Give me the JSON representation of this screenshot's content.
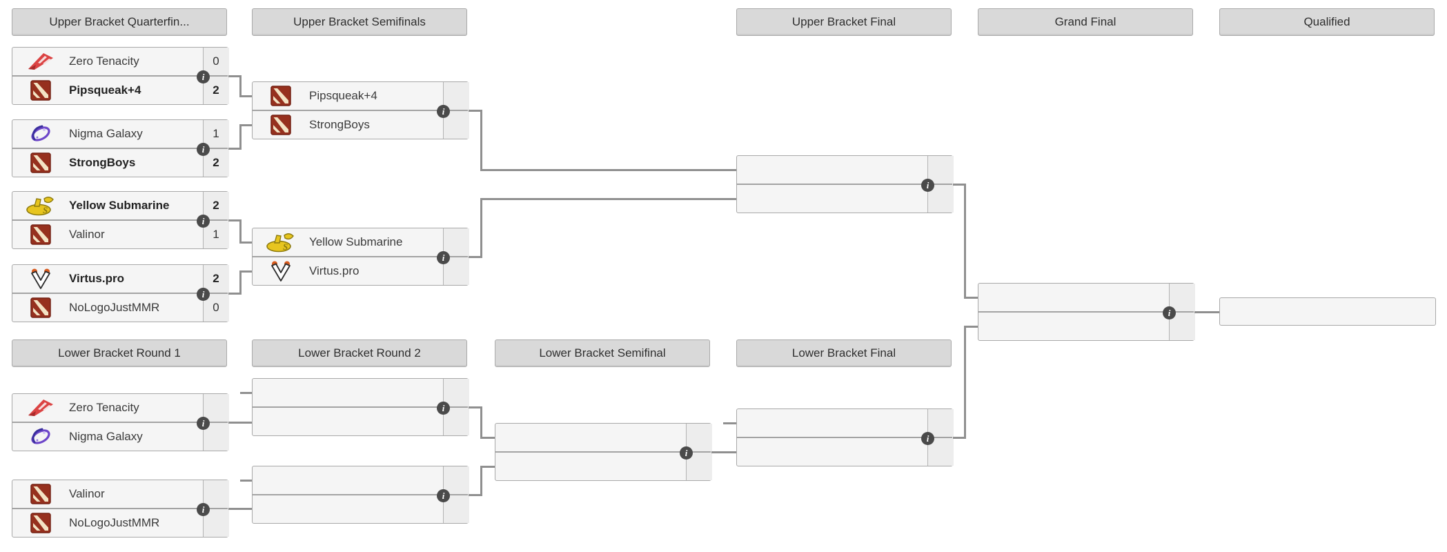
{
  "headers": {
    "ub_quarterfinals": "Upper Bracket Quarterfin...",
    "ub_semifinals": "Upper Bracket Semifinals",
    "ub_final": "Upper Bracket Final",
    "grand_final": "Grand Final",
    "qualified": "Qualified",
    "lb_round1": "Lower Bracket Round 1",
    "lb_round2": "Lower Bracket Round 2",
    "lb_semifinal": "Lower Bracket Semifinal",
    "lb_final": "Lower Bracket Final"
  },
  "info_icon_glyph": "i",
  "colors": {
    "header_bg": "#d9d9d9",
    "box_bg": "#f5f5f5",
    "score_col_bg": "#ededed",
    "border": "#a8a8a8",
    "connector": "#8f8f8f",
    "info_icon_bg": "#4a4a4a",
    "winner_text": "#222222"
  },
  "matches": {
    "ub_qf_1": {
      "top": {
        "name": "Zero Tenacity",
        "score": "0",
        "winner": false,
        "logo": "zero-tenacity"
      },
      "bottom": {
        "name": "Pipsqueak+4",
        "score": "2",
        "winner": true,
        "logo": "dota2-default"
      }
    },
    "ub_qf_2": {
      "top": {
        "name": "Nigma Galaxy",
        "score": "1",
        "winner": false,
        "logo": "nigma-galaxy"
      },
      "bottom": {
        "name": "StrongBoys",
        "score": "2",
        "winner": true,
        "logo": "dota2-default"
      }
    },
    "ub_qf_3": {
      "top": {
        "name": "Yellow Submarine",
        "score": "2",
        "winner": true,
        "logo": "yellow-submarine"
      },
      "bottom": {
        "name": "Valinor",
        "score": "1",
        "winner": false,
        "logo": "dota2-default"
      }
    },
    "ub_qf_4": {
      "top": {
        "name": "Virtus.pro",
        "score": "2",
        "winner": true,
        "logo": "virtus-pro"
      },
      "bottom": {
        "name": "NoLogoJustMMR",
        "score": "0",
        "winner": false,
        "logo": "dota2-default"
      }
    },
    "ub_sf_1": {
      "top": {
        "name": "Pipsqueak+4",
        "score": "",
        "winner": false,
        "logo": "dota2-default"
      },
      "bottom": {
        "name": "StrongBoys",
        "score": "",
        "winner": false,
        "logo": "dota2-default"
      }
    },
    "ub_sf_2": {
      "top": {
        "name": "Yellow Submarine",
        "score": "",
        "winner": false,
        "logo": "yellow-submarine"
      },
      "bottom": {
        "name": "Virtus.pro",
        "score": "",
        "winner": false,
        "logo": "virtus-pro"
      }
    },
    "ub_final": {
      "top": {
        "name": "",
        "score": "",
        "winner": false,
        "logo": ""
      },
      "bottom": {
        "name": "",
        "score": "",
        "winner": false,
        "logo": ""
      }
    },
    "grand_final": {
      "top": {
        "name": "",
        "score": "",
        "winner": false,
        "logo": ""
      },
      "bottom": {
        "name": "",
        "score": "",
        "winner": false,
        "logo": ""
      }
    },
    "qualified_slot": {
      "name": ""
    },
    "lb_r1_1": {
      "top": {
        "name": "Zero Tenacity",
        "score": "",
        "winner": false,
        "logo": "zero-tenacity"
      },
      "bottom": {
        "name": "Nigma Galaxy",
        "score": "",
        "winner": false,
        "logo": "nigma-galaxy"
      }
    },
    "lb_r1_2": {
      "top": {
        "name": "Valinor",
        "score": "",
        "winner": false,
        "logo": "dota2-default"
      },
      "bottom": {
        "name": "NoLogoJustMMR",
        "score": "",
        "winner": false,
        "logo": "dota2-default"
      }
    },
    "lb_r2_1": {
      "top": {
        "name": "",
        "score": "",
        "winner": false,
        "logo": ""
      },
      "bottom": {
        "name": "",
        "score": "",
        "winner": false,
        "logo": ""
      }
    },
    "lb_r2_2": {
      "top": {
        "name": "",
        "score": "",
        "winner": false,
        "logo": ""
      },
      "bottom": {
        "name": "",
        "score": "",
        "winner": false,
        "logo": ""
      }
    },
    "lb_sf": {
      "top": {
        "name": "",
        "score": "",
        "winner": false,
        "logo": ""
      },
      "bottom": {
        "name": "",
        "score": "",
        "winner": false,
        "logo": ""
      }
    },
    "lb_final": {
      "top": {
        "name": "",
        "score": "",
        "winner": false,
        "logo": ""
      },
      "bottom": {
        "name": "",
        "score": "",
        "winner": false,
        "logo": ""
      }
    }
  }
}
